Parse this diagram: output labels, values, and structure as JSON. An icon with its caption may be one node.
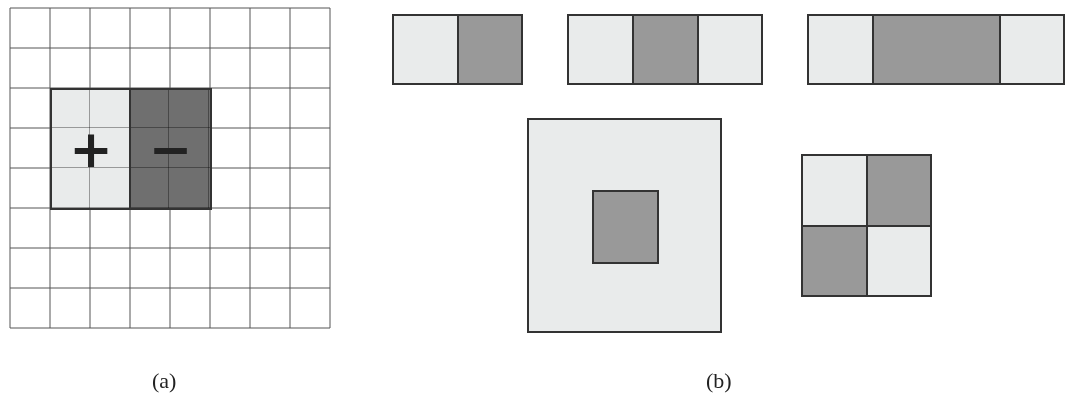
{
  "diagram": {
    "nodes": [
      {
        "text": [
          "+"
        ]
      },
      {
        "text": [
          "−"
        ]
      },
      {
        "text": [],
        "shape": "box"
      },
      {
        "text": [],
        "shape": "box"
      },
      {
        "text": [],
        "shape": "box"
      },
      {
        "text": [],
        "shape": "box"
      },
      {
        "text": [],
        "shape": "box"
      },
      {
        "text": [],
        "shape": "box"
      },
      {
        "text": [],
        "shape": "box"
      },
      {
        "text": [],
        "shape": "box"
      },
      {
        "text": [],
        "shape": "box"
      },
      {
        "text": [],
        "in": 10,
        "shape": "box"
      },
      {
        "text": [],
        "shape": "box"
      },
      {
        "text": [],
        "shape": "box"
      },
      {
        "text": [],
        "shape": "box"
      },
      {
        "text": [],
        "shape": "box"
      }
    ],
    "labels": [
      "(a)",
      "(b)"
    ]
  }
}
